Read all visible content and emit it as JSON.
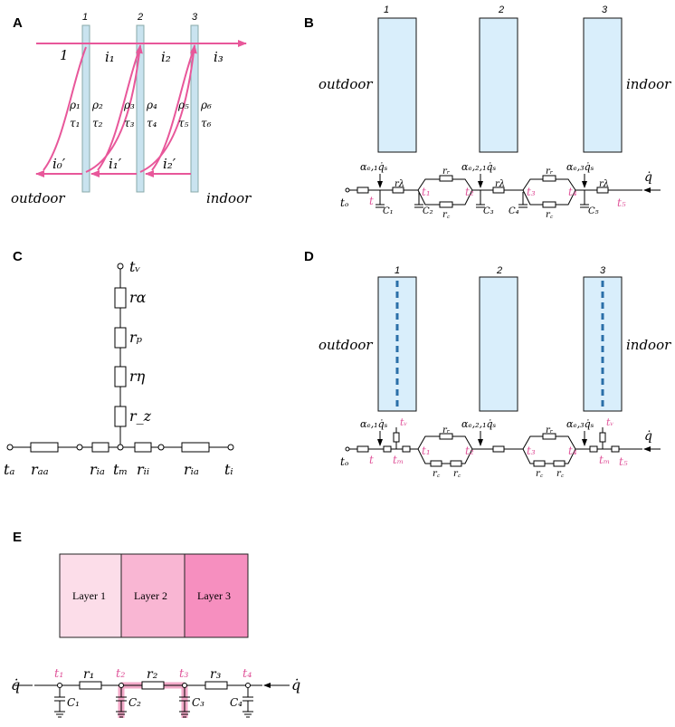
{
  "panels": {
    "A": {
      "label": "A",
      "pane_numbers": [
        "1",
        "2",
        "3"
      ],
      "ray_labels_top": [
        "1",
        "i₁",
        "i₂",
        "i₃"
      ],
      "rho_tau": [
        [
          "ρ₁",
          "τ₁"
        ],
        [
          "ρ₂",
          "τ₂"
        ],
        [
          "ρ₃",
          "τ₃"
        ],
        [
          "ρ₄",
          "τ₄"
        ],
        [
          "ρ₅",
          "τ₅"
        ],
        [
          "ρ₆",
          "τ₆"
        ]
      ],
      "ray_labels_bottom": [
        "i₀′",
        "i₁′",
        "i₂′"
      ],
      "outdoor": "outdoor",
      "indoor": "indoor"
    },
    "B": {
      "label": "B",
      "pane_numbers": [
        "1",
        "2",
        "3"
      ],
      "outdoor": "outdoor",
      "indoor": "indoor",
      "sources": [
        "αₑ,₁q̇ₛ",
        "αₑ,₂,₁q̇ₛ",
        "αₑ,₃q̇ₛ"
      ],
      "temps": [
        "tₒ",
        "t",
        "t₁",
        "t₂",
        "t₃",
        "t₄",
        "t₅"
      ],
      "caps": [
        "C₁",
        "C₂",
        "C₃",
        "C₄",
        "C₅"
      ],
      "res_r": "rᵣ",
      "res_lambda": "rλ",
      "res_c": "r꜀",
      "qdot": "q̇"
    },
    "C": {
      "label": "C",
      "tv": "tᵥ",
      "vertical_res": [
        "rα",
        "rₚ",
        "rη",
        "r_z"
      ],
      "bottom_res": [
        "rₐₐ",
        "rᵢₐ",
        "rᵢᵢ",
        "rᵢₐ"
      ],
      "ta": "tₐ",
      "tm": "tₘ",
      "ti": "tᵢ"
    },
    "D": {
      "label": "D",
      "pane_numbers": [
        "1",
        "2",
        "3"
      ],
      "outdoor": "outdoor",
      "indoor": "indoor",
      "sources": [
        "αₑ,₁q̇ₛ",
        "αₑ,₂,₁q̇ₛ",
        "αₑ,₃q̇ₛ"
      ],
      "temps": [
        "tₒ",
        "t",
        "tₘ",
        "t₁",
        "t₂",
        "t₃",
        "t₄",
        "tₘ",
        "t₅"
      ],
      "tv": "tᵥ",
      "res_r": "rᵣ",
      "res_c": "r꜀",
      "qdot": "q̇"
    },
    "E": {
      "label": "E",
      "layers": [
        "Layer 1",
        "Layer 2",
        "Layer 3"
      ],
      "layer_colors": [
        "#fcdde9",
        "#f9b6d3",
        "#f68fbf"
      ],
      "temps": [
        "t₁",
        "t₂",
        "t₃",
        "t₄"
      ],
      "res": [
        "r₁",
        "r₂",
        "r₃"
      ],
      "caps": [
        "C₁",
        "C₂",
        "C₃",
        "C₄"
      ],
      "qdot": "q̇"
    }
  }
}
